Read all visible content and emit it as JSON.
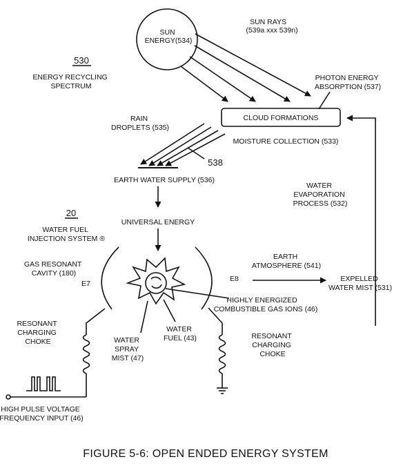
{
  "sun": [
    "SUN",
    "ENERGY(534)"
  ],
  "sun_rays": [
    "SUN RAYS",
    "(539a xxx 539n)"
  ],
  "spectrum_ref": "530",
  "spectrum": [
    "ENERGY RECYCLING",
    "SPECTRUM"
  ],
  "photon": [
    "PHOTON ENERGY",
    "ABSORPTION (537)"
  ],
  "cloud": "CLOUD FORMATIONS",
  "rain": [
    "RAIN",
    "DROPLETS (535)"
  ],
  "moisture": "MOISTURE COLLECTION (533)",
  "rain_ref": "538",
  "earth_water": "EARTH WATER SUPPLY (536)",
  "evaporation": [
    "WATER",
    "EVAPORATION",
    "PROCESS (532)"
  ],
  "system_ref": "20",
  "system": [
    "WATER FUEL",
    "INJECTION SYSTEM ®"
  ],
  "universal": "UNIVERSAL ENERGY",
  "cavity": [
    "GAS RESONANT",
    "CAVITY (180)"
  ],
  "atmosphere": [
    "EARTH",
    "ATMOSPHERE (541)"
  ],
  "e7": "E7",
  "e8": "E8",
  "expelled": [
    "EXPELLED",
    "WATER MIST (531)"
  ],
  "ions": [
    "HIGHLY ENERGIZED",
    "COMBUSTIBLE GAS IONS (46)"
  ],
  "choke_left": [
    "RESONANT",
    "CHARGING",
    "CHOKE"
  ],
  "choke_right": [
    "RESONANT",
    "CHARGING",
    "CHOKE"
  ],
  "spray": [
    "WATER",
    "SPRAY",
    "MIST (47)"
  ],
  "fuel": [
    "WATER",
    "FUEL (43)"
  ],
  "pulse": [
    "HIGH PULSE VOLTAGE",
    "FREQUENCY INPUT (46)"
  ],
  "caption": "FIGURE 5-6: OPEN ENDED ENERGY SYSTEM"
}
